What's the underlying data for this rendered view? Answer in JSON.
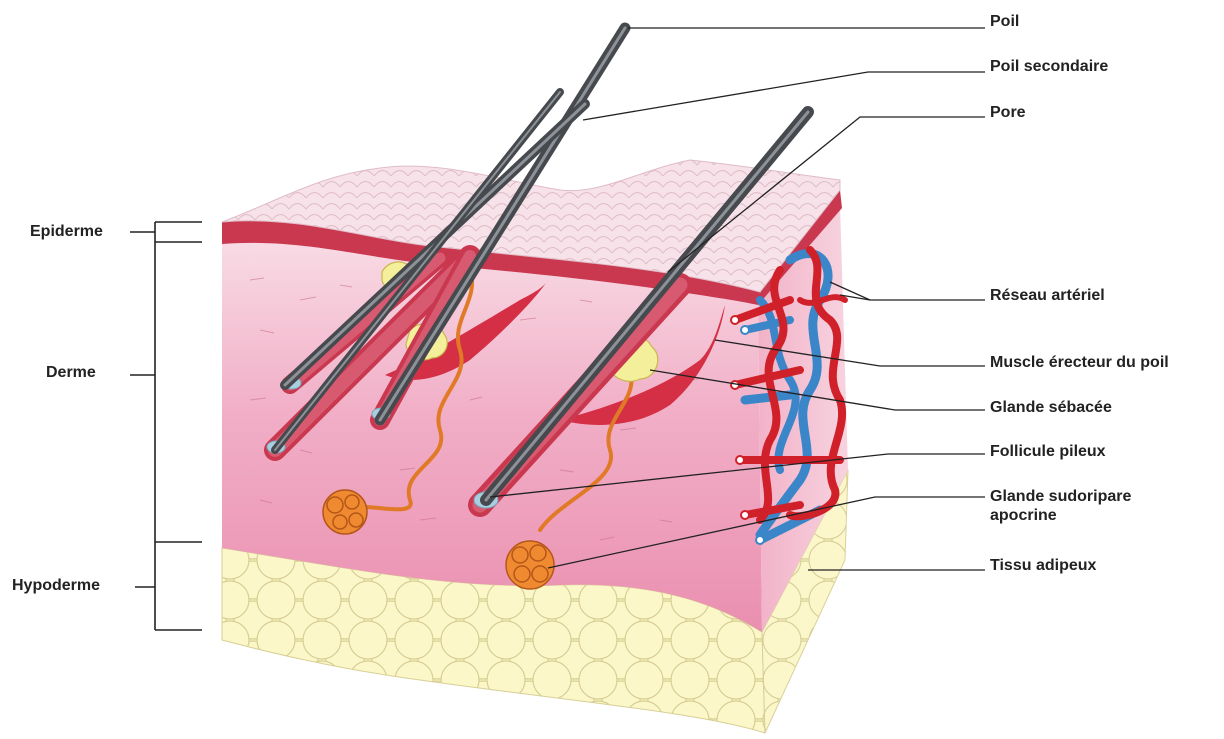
{
  "layers": {
    "epidermis": "Epiderme",
    "dermis": "Derme",
    "hypodermis": "Hypoderme"
  },
  "structures": {
    "hair": "Poil",
    "secondary_hair": "Poil secondaire",
    "pore": "Pore",
    "arterial_network": "Réseau artériel",
    "arrector_muscle": "Muscle érecteur du poil",
    "sebaceous_gland": "Glande sébacée",
    "hair_follicle": "Follicule pileux",
    "sweat_gland": "Glande sudoripare apocrine",
    "adipose_tissue": "Tissu adipeux"
  },
  "colors": {
    "epidermis_surface": "#f6dde4",
    "epidermis_band": "#c9384f",
    "dermis": "#ef9fba",
    "dermis_light": "#f8dbe5",
    "fat": "#fbf5c0",
    "fat_cells": "#d8cf95",
    "hair": "#46494d",
    "artery": "#d0202a",
    "vein": "#3a86c8",
    "gland": "#e07a26",
    "sebaceous": "#f4ef9a",
    "muscle": "#d42f45"
  }
}
